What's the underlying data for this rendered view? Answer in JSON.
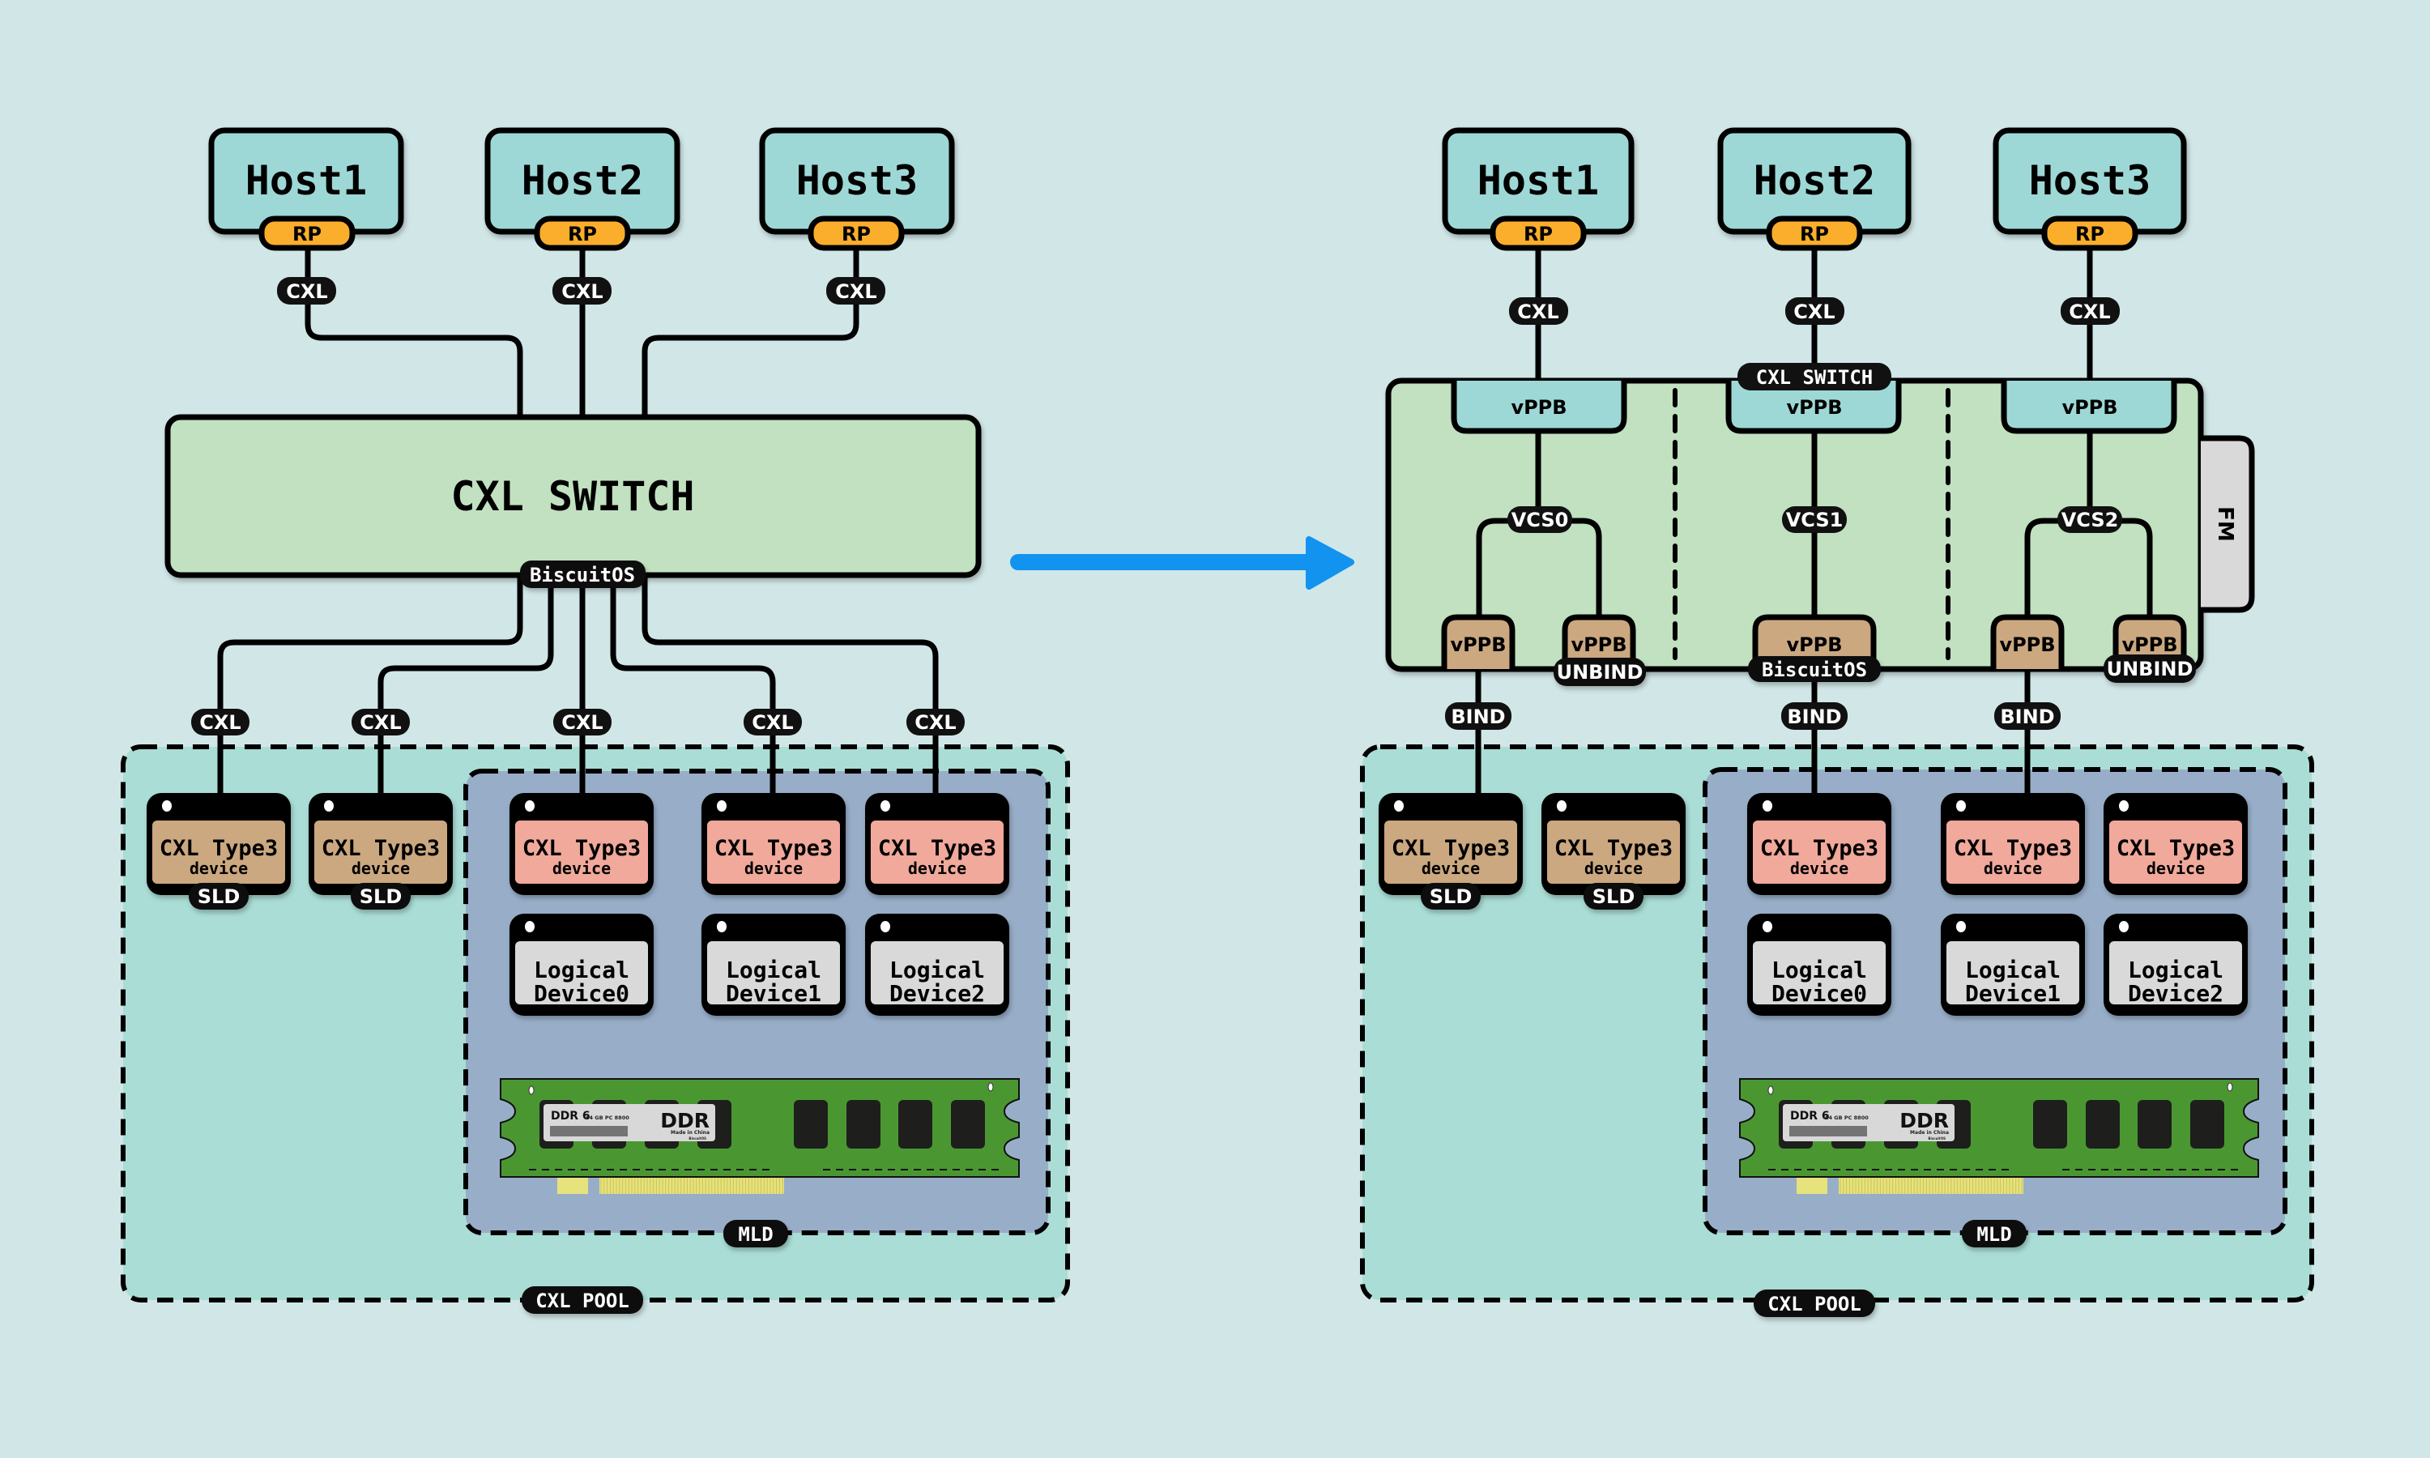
{
  "colors": {
    "background": "#d1e6e7",
    "host": "#9dd8d6",
    "root_port": "#fbae2c",
    "switch": "#c1e1c1",
    "pool": "#aaddd6",
    "mld": "#98aec8",
    "sld_device": "#cba880",
    "mld_device": "#f1a99b",
    "logical_device": "#d9d9d9",
    "vppb_upstream": "#9dd8d6",
    "vppb_downstream": "#cba880",
    "fm": "#d9d9d9",
    "arrow": "#1193ef",
    "pill": "#111111",
    "dimm_pcb": "#4a9732",
    "dimm_pins": "#e6e27c"
  },
  "left": {
    "hosts": [
      {
        "label": "Host1",
        "port": "RP",
        "link": "CXL"
      },
      {
        "label": "Host2",
        "port": "RP",
        "link": "CXL"
      },
      {
        "label": "Host3",
        "port": "RP",
        "link": "CXL"
      }
    ],
    "switch": {
      "label": "CXL SWITCH",
      "badge": "BiscuitOS"
    },
    "downstream_links": [
      "CXL",
      "CXL",
      "CXL",
      "CXL",
      "CXL"
    ],
    "sld_devices": [
      {
        "title": "CXL Type3",
        "subtitle": "device",
        "badge": "SLD"
      },
      {
        "title": "CXL Type3",
        "subtitle": "device",
        "badge": "SLD"
      }
    ],
    "mld_devices": [
      {
        "title": "CXL Type3",
        "subtitle": "device"
      },
      {
        "title": "CXL Type3",
        "subtitle": "device"
      },
      {
        "title": "CXL Type3",
        "subtitle": "device"
      }
    ],
    "logical_devices": [
      {
        "line1": "Logical",
        "line2": "Device0"
      },
      {
        "line1": "Logical",
        "line2": "Device1"
      },
      {
        "line1": "Logical",
        "line2": "Device2"
      }
    ],
    "mld_label": "MLD",
    "pool_label": "CXL POOL"
  },
  "right": {
    "hosts": [
      {
        "label": "Host1",
        "port": "RP",
        "link": "CXL"
      },
      {
        "label": "Host2",
        "port": "RP",
        "link": "CXL"
      },
      {
        "label": "Host3",
        "port": "RP",
        "link": "CXL"
      }
    ],
    "switch": {
      "label": "CXL SWITCH",
      "fm_label": "FM"
    },
    "upstream_vppbs": [
      "vPPB",
      "vPPB",
      "vPPB"
    ],
    "vcs": [
      "VCS0",
      "VCS1",
      "VCS2"
    ],
    "downstream_vppbs": [
      {
        "label": "vPPB",
        "state": ""
      },
      {
        "label": "vPPB",
        "state": "UNBIND"
      },
      {
        "label": "vPPB",
        "state": "BiscuitOS"
      },
      {
        "label": "vPPB",
        "state": ""
      },
      {
        "label": "vPPB",
        "state": "UNBIND"
      }
    ],
    "bind_labels": [
      "BIND",
      "BIND",
      "BIND"
    ],
    "sld_devices": [
      {
        "title": "CXL Type3",
        "subtitle": "device",
        "badge": "SLD"
      },
      {
        "title": "CXL Type3",
        "subtitle": "device",
        "badge": "SLD"
      }
    ],
    "mld_devices": [
      {
        "title": "CXL Type3",
        "subtitle": "device"
      },
      {
        "title": "CXL Type3",
        "subtitle": "device"
      },
      {
        "title": "CXL Type3",
        "subtitle": "device"
      }
    ],
    "logical_devices": [
      {
        "line1": "Logical",
        "line2": "Device0"
      },
      {
        "line1": "Logical",
        "line2": "Device1"
      },
      {
        "line1": "Logical",
        "line2": "Device2"
      }
    ],
    "mld_label": "MLD",
    "pool_label": "CXL POOL"
  },
  "dimm": {
    "label_type": "DDR 6",
    "label_spec": "64 GB PC 8800",
    "label_brand": "DDR",
    "label_origin": "Made in China",
    "label_vendor": "BiscuitOS"
  }
}
